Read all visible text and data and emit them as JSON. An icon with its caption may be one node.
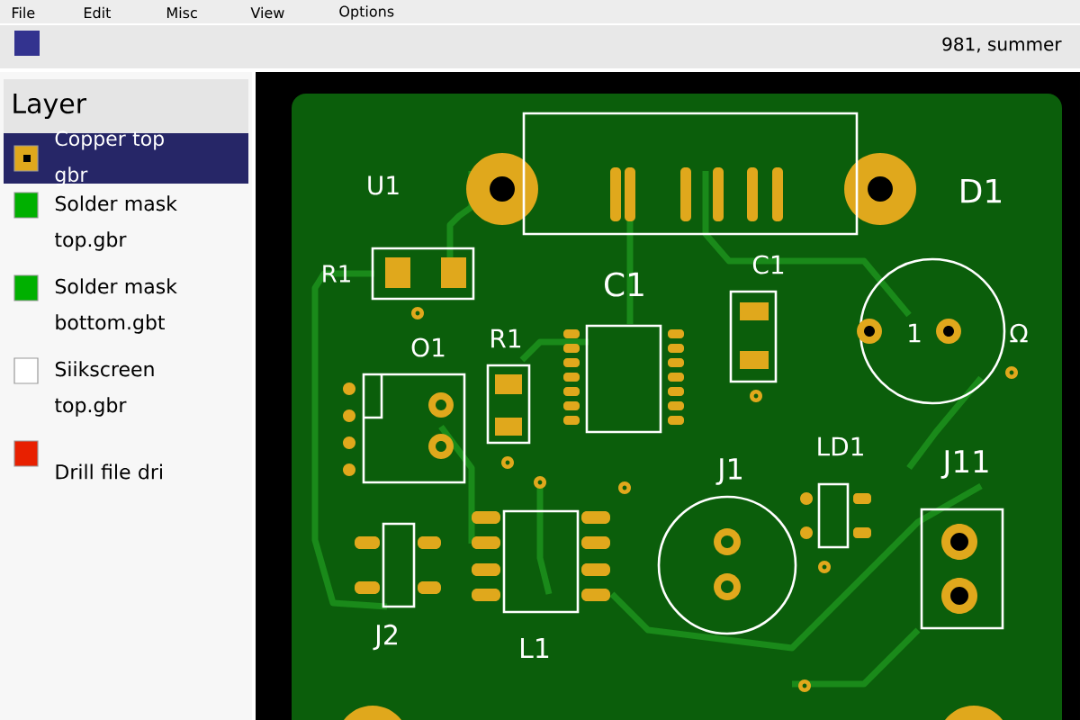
{
  "diagram": {
    "labels": [
      "File",
      "Edit",
      "Misc",
      "View",
      "Options",
      "981, summer",
      "Layer",
      "U1",
      "D1",
      "R1",
      "C1",
      "C1",
      "O1",
      "R1",
      "1",
      "Ω",
      "J1",
      "LD1",
      "J11",
      "J2",
      "L1"
    ],
    "legend": [
      {
        "text": "Copper top gbr",
        "color": "#e0a81c"
      },
      {
        "text": "Solder mask top.gbr",
        "color": "#00b000"
      },
      {
        "text": "Solder mask bottom.gbt",
        "color": "#00b000"
      },
      {
        "text": "Siikscreen top.gbr",
        "color": "#ffffff"
      },
      {
        "text": "Drill file dri",
        "color": "#e82000"
      }
    ]
  }
}
